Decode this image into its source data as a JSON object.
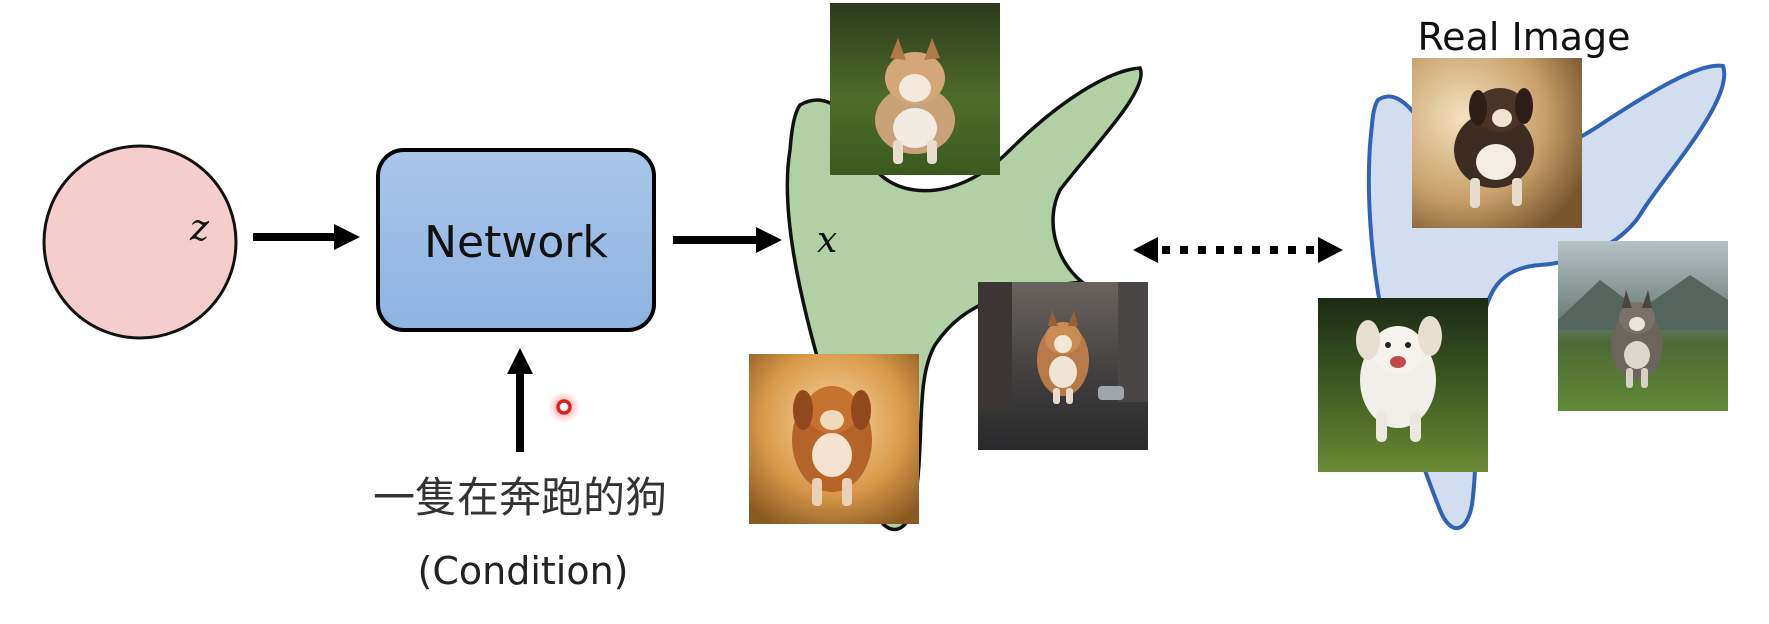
{
  "latent": {
    "symbol": "z"
  },
  "network": {
    "label": "Network"
  },
  "condition": {
    "text": "一隻在奔跑的狗",
    "tag": "(Condition)"
  },
  "generated": {
    "symbol": "x"
  },
  "real": {
    "title": "Real Image"
  },
  "colors": {
    "latent_fill": "#f6cdcd",
    "network_top": "#a9c6ea",
    "network_bottom": "#8db3e2",
    "generated_fill": "#b1d1a5",
    "real_fill": "#d3ddf0",
    "real_stroke": "#2e63b8",
    "pointer": "#e02020"
  },
  "images": {
    "generated": [
      "dog-running-grass-photo",
      "dog-running-city-street-photo",
      "dog-running-golden-dust-photo"
    ],
    "real": [
      "dog-running-dust-real-photo",
      "white-dog-running-grass-real-photo",
      "husky-running-field-real-photo"
    ]
  }
}
